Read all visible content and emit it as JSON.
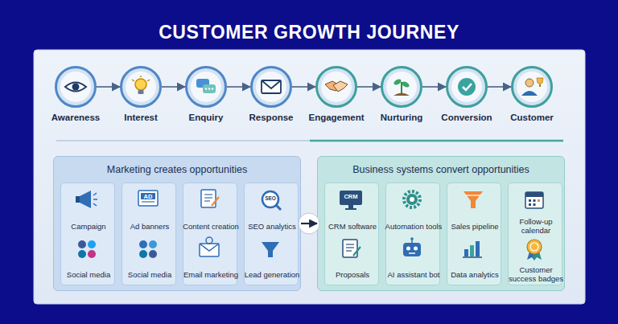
{
  "diagram": {
    "title": "CUSTOMER GROWTH JOURNEY",
    "nodes": [
      {
        "text": [
          "Awareness"
        ]
      },
      {
        "text": [
          "Interest"
        ]
      },
      {
        "text": [
          "Enquiry"
        ]
      },
      {
        "text": [
          "Response"
        ]
      },
      {
        "text": [
          "Engagement"
        ]
      },
      {
        "text": [
          "Nurturing"
        ]
      },
      {
        "text": [
          "Conversion"
        ]
      },
      {
        "text": [
          "Customer"
        ]
      },
      {
        "text": [
          "Marketing creates opportunities"
        ]
      },
      {
        "text": [
          "Campaign",
          "Social media"
        ],
        "in": 8
      },
      {
        "text": [
          "Ad banners",
          "Social media"
        ],
        "in": 8
      },
      {
        "text": [
          "Content creation",
          "Email marketing"
        ],
        "in": 8
      },
      {
        "text": [
          "SEO analytics",
          "Lead generation"
        ],
        "in": 8
      },
      {
        "text": [
          "Business systems convert opportunities"
        ]
      },
      {
        "text": [
          "CRM software",
          "Proposals"
        ],
        "in": 13
      },
      {
        "text": [
          "Automation tools",
          "AI assistant bot"
        ],
        "in": 13
      },
      {
        "text": [
          "Sales pipeline",
          "Data analytics"
        ],
        "in": 13
      },
      {
        "text": [
          "Follow-up calendar",
          "Customer success badges"
        ],
        "in": 13
      }
    ],
    "edges": [
      {
        "from": 0,
        "to": 1,
        "arrow": "to"
      },
      {
        "from": 1,
        "to": 2,
        "arrow": "to"
      },
      {
        "from": 2,
        "to": 3,
        "arrow": "to"
      },
      {
        "from": 3,
        "to": 4,
        "arrow": "to"
      },
      {
        "from": 4,
        "to": 5,
        "arrow": "to"
      },
      {
        "from": 5,
        "to": 6,
        "arrow": "to"
      },
      {
        "from": 6,
        "to": 7,
        "arrow": "to"
      },
      {
        "from": 8,
        "to": 13,
        "arrow": "to"
      }
    ],
    "labels": [
      "AD",
      "SEO",
      "CRM"
    ]
  }
}
